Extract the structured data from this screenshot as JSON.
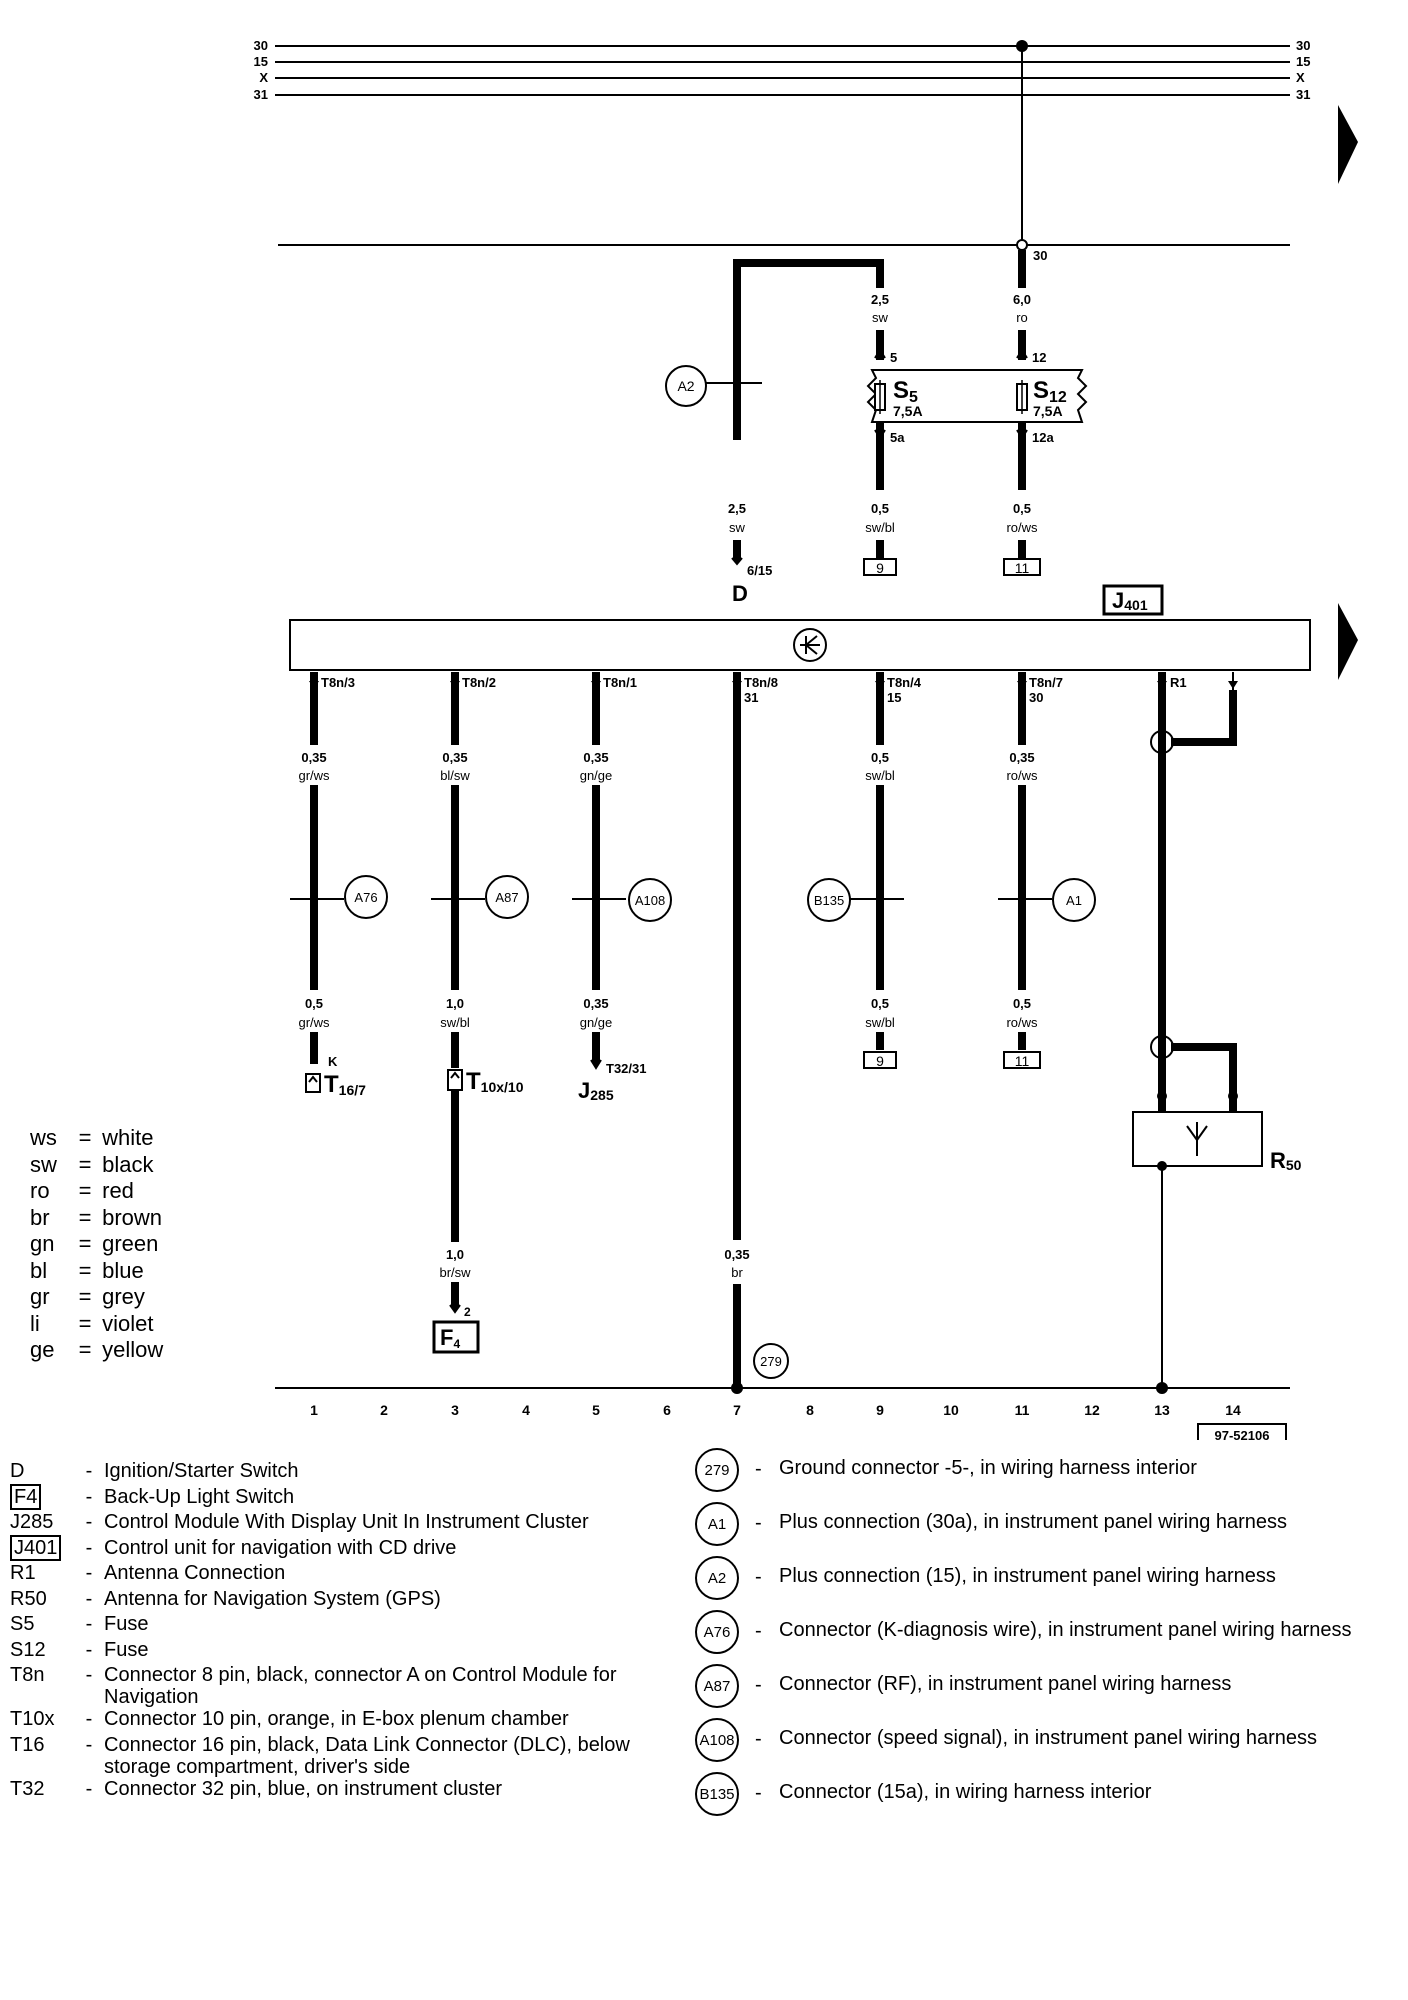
{
  "rails": {
    "left": [
      "30",
      "15",
      "X",
      "31"
    ],
    "right": [
      "30",
      "15",
      "X",
      "31"
    ]
  },
  "fuse_panel": {
    "s5": {
      "label": "S",
      "sub": "5",
      "rating": "7,5A",
      "in_pin": "5",
      "out_pin": "5a"
    },
    "s12": {
      "label": "S",
      "sub": "12",
      "rating": "7,5A",
      "in_pin": "12",
      "out_pin": "12a"
    },
    "terminal_30": "30"
  },
  "upper_wires": {
    "d_wire": {
      "size": "2,5",
      "color": "sw",
      "pin": "6/15",
      "component": "D"
    },
    "s5_in": {
      "size": "2,5",
      "color": "sw"
    },
    "s12_in": {
      "size": "6,0",
      "color": "ro"
    },
    "s5_out": {
      "size": "0,5",
      "color": "sw/bl",
      "ref": "9"
    },
    "s12_out": {
      "size": "0,5",
      "color": "ro/ws",
      "ref": "11"
    },
    "a2": "A2"
  },
  "module": {
    "label": "J",
    "sub": "401",
    "symbol": "⊗"
  },
  "pins": [
    {
      "pin": "T8n/3",
      "extra": "",
      "size1": "0,35",
      "color1": "gr/ws",
      "conn": "A76",
      "size2": "0,5",
      "color2": "gr/ws"
    },
    {
      "pin": "T8n/2",
      "extra": "",
      "size1": "0,35",
      "color1": "bl/sw",
      "conn": "A87",
      "size2": "1,0",
      "color2": "sw/bl"
    },
    {
      "pin": "T8n/1",
      "extra": "",
      "size1": "0,35",
      "color1": "gn/ge",
      "conn": "A108",
      "size2": "0,35",
      "color2": "gn/ge"
    },
    {
      "pin": "T8n/8",
      "extra": "31"
    },
    {
      "pin": "T8n/4",
      "extra": "15",
      "size1": "0,5",
      "color1": "sw/bl",
      "conn": "B135",
      "size2": "0,5",
      "color2": "sw/bl"
    },
    {
      "pin": "T8n/7",
      "extra": "30",
      "size1": "0,35",
      "color1": "ro/ws",
      "conn": "A1",
      "size2": "0,5",
      "color2": "ro/ws"
    },
    {
      "pin": "R1",
      "extra": ""
    }
  ],
  "lower": {
    "t16": {
      "k": "K",
      "label": "T",
      "sub": "16/7"
    },
    "t10x": {
      "label": "T",
      "sub": "10x/10"
    },
    "t32": {
      "pin": "T32/31",
      "label": "J",
      "sub": "285"
    },
    "ref9": "9",
    "ref11": "11",
    "br_sw": {
      "size": "1,0",
      "color": "br/sw",
      "pin": "2"
    },
    "f4": {
      "label": "F",
      "sub": "4"
    },
    "ground": {
      "size": "0,35",
      "color": "br",
      "conn": "279"
    },
    "r50": {
      "label": "R",
      "sub": "50",
      "symbol": "Y"
    }
  },
  "columns": [
    "1",
    "2",
    "3",
    "4",
    "5",
    "6",
    "7",
    "8",
    "9",
    "10",
    "11",
    "12",
    "13",
    "14"
  ],
  "diagram_id": "97-52106",
  "color_legend": [
    {
      "code": "ws",
      "name": "white"
    },
    {
      "code": "sw",
      "name": "black"
    },
    {
      "code": "ro",
      "name": "red"
    },
    {
      "code": "br",
      "name": "brown"
    },
    {
      "code": "gn",
      "name": "green"
    },
    {
      "code": "bl",
      "name": "blue"
    },
    {
      "code": "gr",
      "name": "grey"
    },
    {
      "code": "li",
      "name": "violet"
    },
    {
      "code": "ge",
      "name": "yellow"
    }
  ],
  "key_left": [
    {
      "code": "D",
      "desc": "Ignition/Starter Switch"
    },
    {
      "code": "F4",
      "desc": "Back-Up Light Switch"
    },
    {
      "code": "J285",
      "desc": "Control Module With Display Unit In Instrument Cluster"
    },
    {
      "code": "J401",
      "desc": "Control unit for navigation with CD drive"
    },
    {
      "code": "R1",
      "desc": "Antenna Connection"
    },
    {
      "code": "R50",
      "desc": "Antenna for Navigation System (GPS)"
    },
    {
      "code": "S5",
      "desc": "Fuse"
    },
    {
      "code": "S12",
      "desc": "Fuse"
    },
    {
      "code": "T8n",
      "desc": "Connector 8 pin, black, connector A on Control Module for Navigation"
    },
    {
      "code": "T10x",
      "desc": "Connector 10 pin, orange, in E-box plenum chamber"
    },
    {
      "code": "T16",
      "desc": "Connector 16 pin, black, Data Link Connector (DLC), below storage compartment, driver's side"
    },
    {
      "code": "T32",
      "desc": "Connector 32 pin, blue, on instrument cluster"
    }
  ],
  "key_right": [
    {
      "code": "279",
      "desc": "Ground connector -5-, in wiring harness interior"
    },
    {
      "code": "A1",
      "desc": "Plus connection (30a), in instrument panel wiring harness"
    },
    {
      "code": "A2",
      "desc": "Plus connection (15), in instrument panel wiring harness"
    },
    {
      "code": "A76",
      "desc": "Connector (K-diagnosis wire), in instrument panel wiring harness"
    },
    {
      "code": "A87",
      "desc": "Connector (RF), in instrument panel wiring harness"
    },
    {
      "code": "A108",
      "desc": "Connector (speed signal), in instrument panel wiring harness"
    },
    {
      "code": "B135",
      "desc": "Connector (15a), in wiring harness interior"
    }
  ]
}
